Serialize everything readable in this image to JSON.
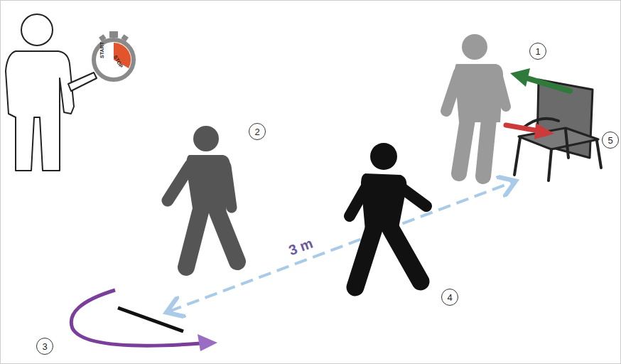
{
  "diagram": {
    "nodes": [
      {
        "text": [
          "1"
        ]
      },
      {
        "text": [
          "2"
        ]
      },
      {
        "text": [
          "5"
        ]
      },
      {
        "text": [
          "4"
        ]
      },
      {
        "text": [
          "3"
        ]
      }
    ],
    "labels": [
      "START",
      "STOP",
      "3 m"
    ]
  }
}
